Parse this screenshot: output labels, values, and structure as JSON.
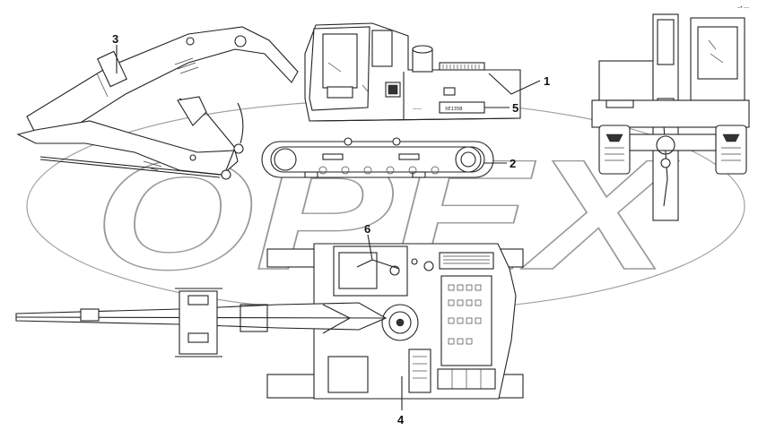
{
  "watermark": {
    "text": "OPEX",
    "color": "#9a9a9a"
  },
  "corner_mark": "–• ---",
  "callouts": [
    {
      "id": "1",
      "label": "1"
    },
    {
      "id": "2",
      "label": "2"
    },
    {
      "id": "3",
      "label": "3"
    },
    {
      "id": "4",
      "label": "4"
    },
    {
      "id": "5",
      "label": "5"
    },
    {
      "id": "6",
      "label": "6"
    }
  ],
  "decals": {
    "brand_mark": "——",
    "model_text": "XE135B"
  },
  "colors": {
    "line": "#222222",
    "background": "#ffffff",
    "watermark_outline": "#999999"
  }
}
